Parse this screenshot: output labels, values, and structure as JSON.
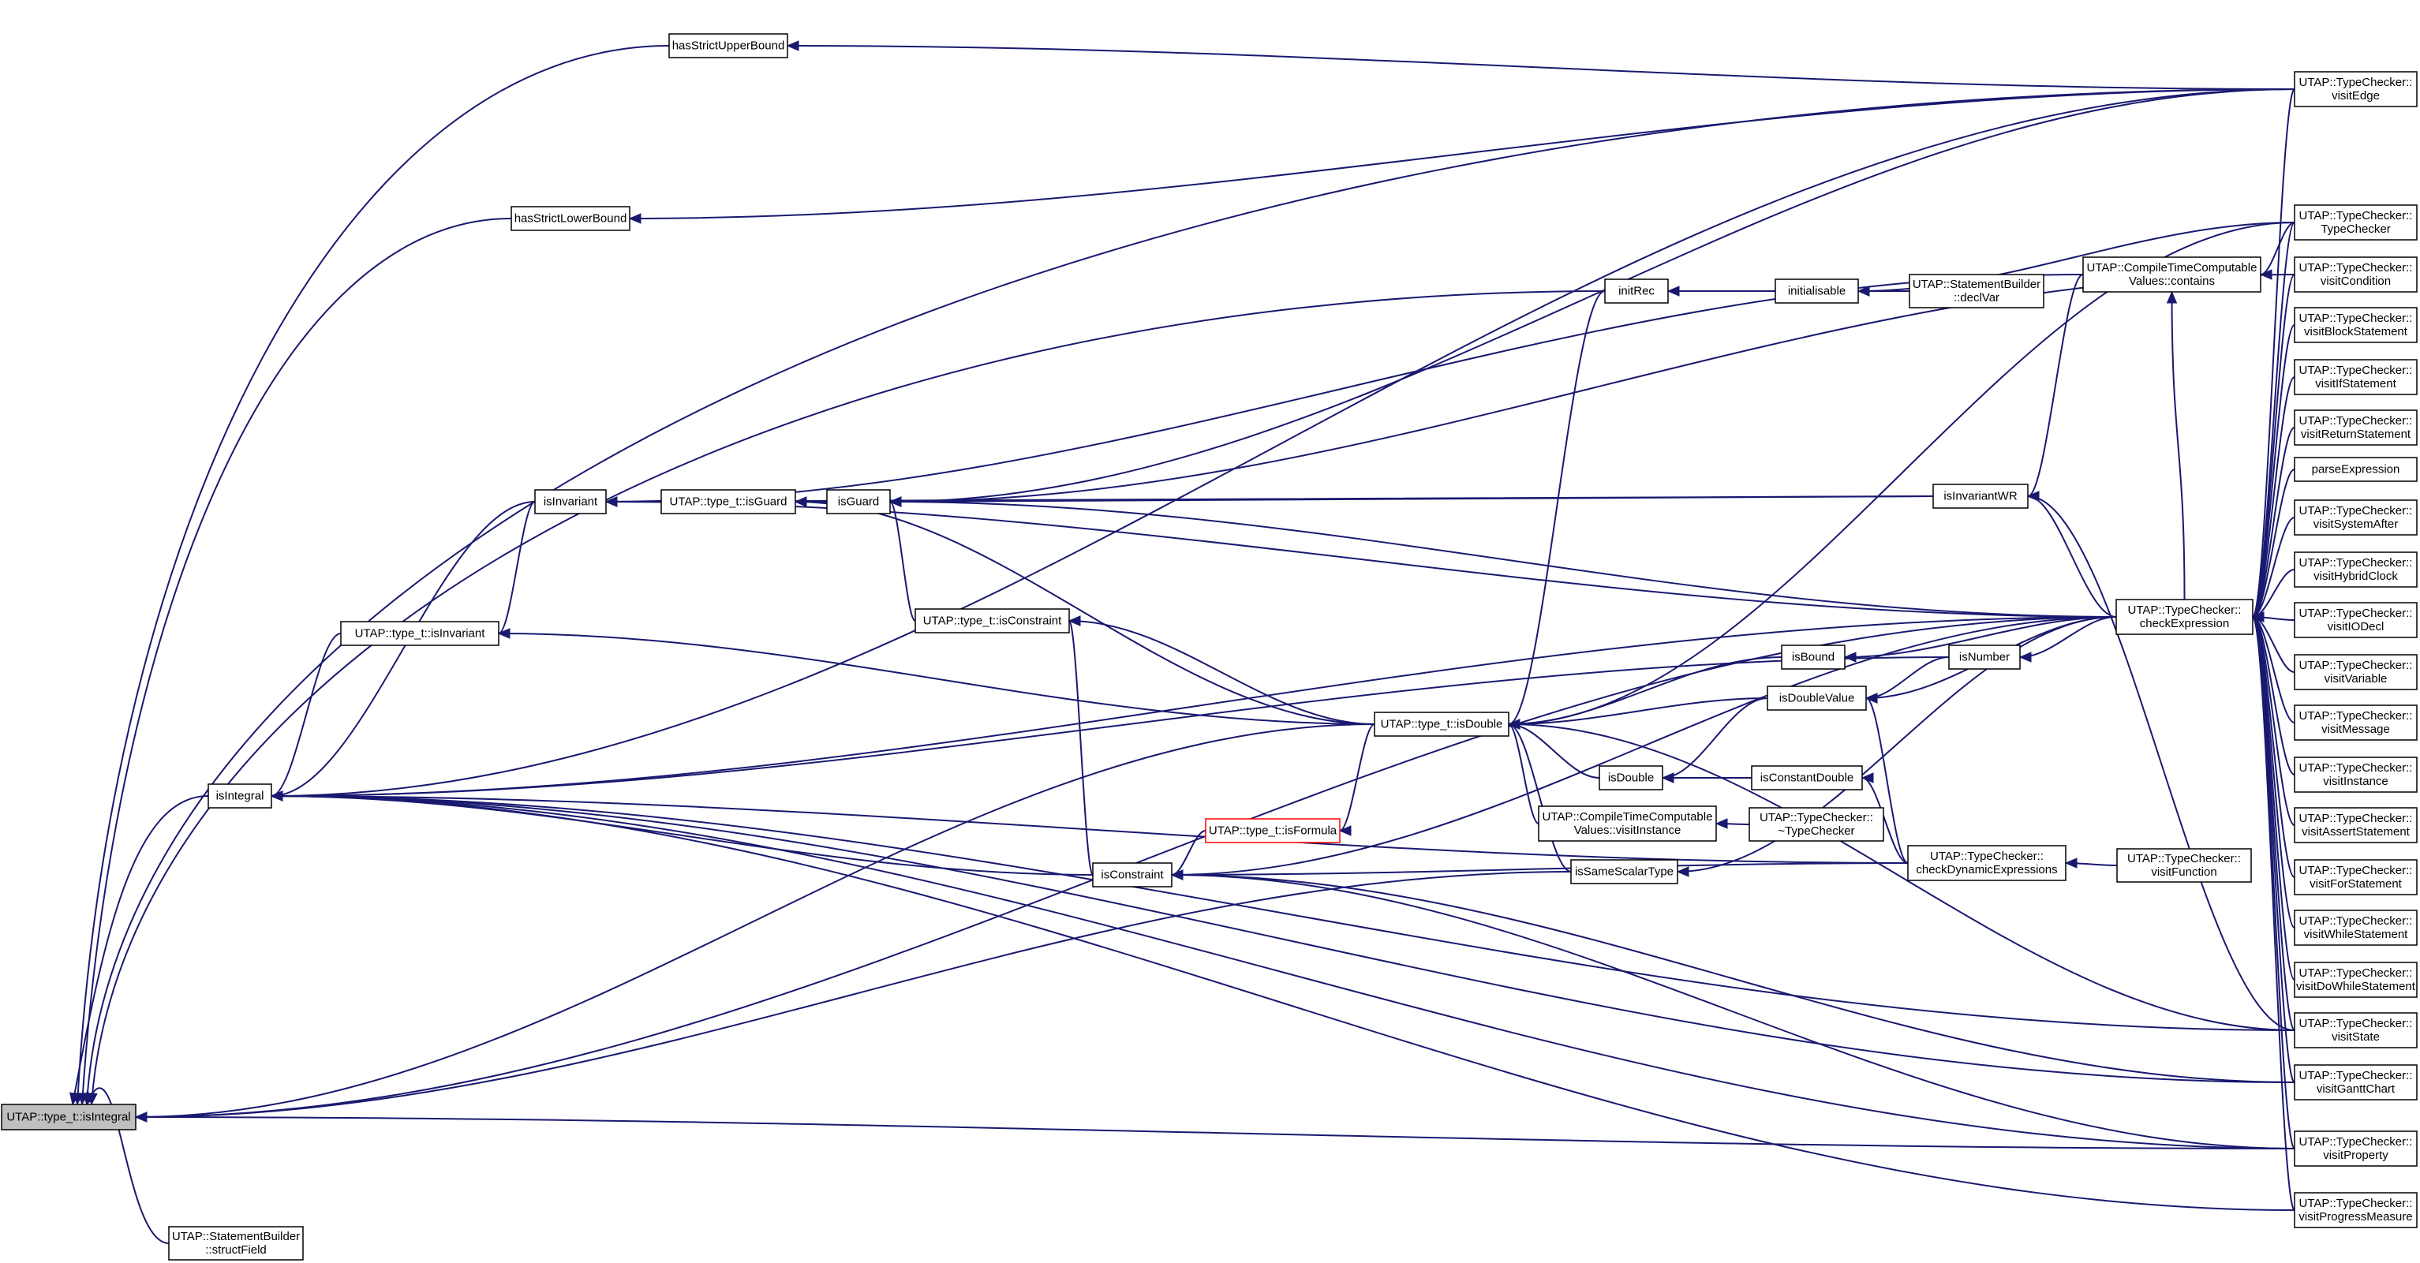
{
  "diagram": {
    "edge_color": "#191970",
    "highlight_node": "UTAP::type_t::isIntegral",
    "nodes": [
      {
        "id": "isIntegral_root",
        "lines": [
          "UTAP::type_t::isIntegral"
        ]
      },
      {
        "id": "hasStrictUpperBound",
        "lines": [
          "hasStrictUpperBound"
        ]
      },
      {
        "id": "hasStrictLowerBound",
        "lines": [
          "hasStrictLowerBound"
        ]
      },
      {
        "id": "isIntegral",
        "lines": [
          "isIntegral"
        ]
      },
      {
        "id": "structField",
        "lines": [
          "UTAP::StatementBuilder",
          "::structField"
        ]
      },
      {
        "id": "isInvariant",
        "lines": [
          "isInvariant"
        ]
      },
      {
        "id": "type_isInvariant",
        "lines": [
          "UTAP::type_t::isInvariant"
        ]
      },
      {
        "id": "type_isGuard",
        "lines": [
          "UTAP::type_t::isGuard"
        ]
      },
      {
        "id": "isGuard",
        "lines": [
          "isGuard"
        ]
      },
      {
        "id": "type_isConstraint",
        "lines": [
          "UTAP::type_t::isConstraint"
        ]
      },
      {
        "id": "type_isFormula",
        "lines": [
          "UTAP::type_t::isFormula"
        ]
      },
      {
        "id": "isConstraint",
        "lines": [
          "isConstraint"
        ]
      },
      {
        "id": "type_isDouble",
        "lines": [
          "UTAP::type_t::isDouble"
        ]
      },
      {
        "id": "initRec",
        "lines": [
          "initRec"
        ]
      },
      {
        "id": "initialisable",
        "lines": [
          "initialisable"
        ]
      },
      {
        "id": "declVar",
        "lines": [
          "UTAP::StatementBuilder",
          "::declVar"
        ]
      },
      {
        "id": "ctc_contains",
        "lines": [
          "UTAP::CompileTimeComputable",
          "Values::contains"
        ]
      },
      {
        "id": "isInvariantWR",
        "lines": [
          "isInvariantWR"
        ]
      },
      {
        "id": "isBound",
        "lines": [
          "isBound"
        ]
      },
      {
        "id": "isNumber",
        "lines": [
          "isNumber"
        ]
      },
      {
        "id": "isDoubleValue",
        "lines": [
          "isDoubleValue"
        ]
      },
      {
        "id": "isDouble",
        "lines": [
          "isDouble"
        ]
      },
      {
        "id": "isConstantDouble",
        "lines": [
          "isConstantDouble"
        ]
      },
      {
        "id": "ctc_visitInstance",
        "lines": [
          "UTAP::CompileTimeComputable",
          "Values::visitInstance"
        ]
      },
      {
        "id": "tc_destructor",
        "lines": [
          "UTAP::TypeChecker::",
          "~TypeChecker"
        ]
      },
      {
        "id": "isSameScalarType",
        "lines": [
          "isSameScalarType"
        ]
      },
      {
        "id": "checkDynamicExpressions",
        "lines": [
          "UTAP::TypeChecker::",
          "checkDynamicExpressions"
        ]
      },
      {
        "id": "visitFunction",
        "lines": [
          "UTAP::TypeChecker::",
          "visitFunction"
        ]
      },
      {
        "id": "checkExpression",
        "lines": [
          "UTAP::TypeChecker::",
          "checkExpression"
        ]
      },
      {
        "id": "visitEdge",
        "lines": [
          "UTAP::TypeChecker::",
          "visitEdge"
        ]
      },
      {
        "id": "TypeChecker",
        "lines": [
          "UTAP::TypeChecker::",
          "TypeChecker"
        ]
      },
      {
        "id": "visitCondition",
        "lines": [
          "UTAP::TypeChecker::",
          "visitCondition"
        ]
      },
      {
        "id": "visitBlockStatement",
        "lines": [
          "UTAP::TypeChecker::",
          "visitBlockStatement"
        ]
      },
      {
        "id": "visitIfStatement",
        "lines": [
          "UTAP::TypeChecker::",
          "visitIfStatement"
        ]
      },
      {
        "id": "visitReturnStatement",
        "lines": [
          "UTAP::TypeChecker::",
          "visitReturnStatement"
        ]
      },
      {
        "id": "parseExpression",
        "lines": [
          "parseExpression"
        ]
      },
      {
        "id": "visitSystemAfter",
        "lines": [
          "UTAP::TypeChecker::",
          "visitSystemAfter"
        ]
      },
      {
        "id": "visitHybridClock",
        "lines": [
          "UTAP::TypeChecker::",
          "visitHybridClock"
        ]
      },
      {
        "id": "visitIODecl",
        "lines": [
          "UTAP::TypeChecker::",
          "visitIODecl"
        ]
      },
      {
        "id": "visitVariable",
        "lines": [
          "UTAP::TypeChecker::",
          "visitVariable"
        ]
      },
      {
        "id": "visitMessage",
        "lines": [
          "UTAP::TypeChecker::",
          "visitMessage"
        ]
      },
      {
        "id": "visitInstance",
        "lines": [
          "UTAP::TypeChecker::",
          "visitInstance"
        ]
      },
      {
        "id": "visitAssertStatement",
        "lines": [
          "UTAP::TypeChecker::",
          "visitAssertStatement"
        ]
      },
      {
        "id": "visitForStatement",
        "lines": [
          "UTAP::TypeChecker::",
          "visitForStatement"
        ]
      },
      {
        "id": "visitWhileStatement",
        "lines": [
          "UTAP::TypeChecker::",
          "visitWhileStatement"
        ]
      },
      {
        "id": "visitDoWhileStatement",
        "lines": [
          "UTAP::TypeChecker::",
          "visitDoWhileStatement"
        ]
      },
      {
        "id": "visitState",
        "lines": [
          "UTAP::TypeChecker::",
          "visitState"
        ]
      },
      {
        "id": "visitGanttChart",
        "lines": [
          "UTAP::TypeChecker::",
          "visitGanttChart"
        ]
      },
      {
        "id": "visitProperty",
        "lines": [
          "UTAP::TypeChecker::",
          "visitProperty"
        ]
      },
      {
        "id": "visitProgressMeasure",
        "lines": [
          "UTAP::TypeChecker::",
          "visitProgressMeasure"
        ]
      }
    ],
    "edges": [
      [
        "isIntegral_root",
        "isIntegral"
      ],
      [
        "isIntegral_root",
        "hasStrictUpperBound"
      ],
      [
        "isIntegral_root",
        "hasStrictLowerBound"
      ],
      [
        "isIntegral_root",
        "structField"
      ],
      [
        "isIntegral_root",
        "initRec"
      ],
      [
        "isIntegral_root",
        "type_isDouble"
      ],
      [
        "isIntegral_root",
        "isSameScalarType"
      ],
      [
        "isIntegral_root",
        "checkExpression"
      ],
      [
        "isIntegral_root",
        "visitEdge"
      ],
      [
        "isIntegral_root",
        "visitProperty"
      ],
      [
        "hasStrictUpperBound",
        "visitEdge"
      ],
      [
        "hasStrictLowerBound",
        "visitEdge"
      ],
      [
        "isIntegral",
        "type_isInvariant"
      ],
      [
        "isIntegral",
        "isInvariant"
      ],
      [
        "isIntegral",
        "isNumber"
      ],
      [
        "isIntegral",
        "isConstraint"
      ],
      [
        "isIntegral",
        "checkDynamicExpressions"
      ],
      [
        "isIntegral",
        "checkExpression"
      ],
      [
        "isIntegral",
        "visitEdge"
      ],
      [
        "isIntegral",
        "visitState"
      ],
      [
        "isIntegral",
        "visitGanttChart"
      ],
      [
        "isIntegral",
        "visitProperty"
      ],
      [
        "isIntegral",
        "visitProgressMeasure"
      ],
      [
        "type_isInvariant",
        "isInvariant"
      ],
      [
        "type_isInvariant",
        "type_isDouble"
      ],
      [
        "isInvariant",
        "type_isGuard"
      ],
      [
        "isInvariant",
        "isInvariantWR"
      ],
      [
        "isInvariant",
        "checkExpression"
      ],
      [
        "isInvariant",
        "ctc_contains"
      ],
      [
        "type_isGuard",
        "isGuard"
      ],
      [
        "type_isGuard",
        "type_isDouble"
      ],
      [
        "isGuard",
        "type_isConstraint"
      ],
      [
        "isGuard",
        "isInvariantWR"
      ],
      [
        "isGuard",
        "checkExpression"
      ],
      [
        "isGuard",
        "visitEdge"
      ],
      [
        "isGuard",
        "visitCondition"
      ],
      [
        "type_isConstraint",
        "isConstraint"
      ],
      [
        "type_isConstraint",
        "type_isDouble"
      ],
      [
        "isConstraint",
        "type_isFormula"
      ],
      [
        "isConstraint",
        "checkDynamicExpressions"
      ],
      [
        "isConstraint",
        "checkExpression"
      ],
      [
        "isConstraint",
        "visitGanttChart"
      ],
      [
        "isConstraint",
        "visitProperty"
      ],
      [
        "type_isFormula",
        "type_isDouble"
      ],
      [
        "type_isDouble",
        "initRec"
      ],
      [
        "type_isDouble",
        "isBound"
      ],
      [
        "type_isDouble",
        "isDoubleValue"
      ],
      [
        "type_isDouble",
        "isDouble"
      ],
      [
        "type_isDouble",
        "ctc_visitInstance"
      ],
      [
        "type_isDouble",
        "isSameScalarType"
      ],
      [
        "type_isDouble",
        "TypeChecker"
      ],
      [
        "type_isDouble",
        "visitState"
      ],
      [
        "initRec",
        "initialisable"
      ],
      [
        "initialisable",
        "declVar"
      ],
      [
        "initialisable",
        "TypeChecker"
      ],
      [
        "isInvariantWR",
        "ctc_contains"
      ],
      [
        "isInvariantWR",
        "checkExpression"
      ],
      [
        "isInvariantWR",
        "visitState"
      ],
      [
        "ctc_contains",
        "checkExpression"
      ],
      [
        "ctc_contains",
        "TypeChecker"
      ],
      [
        "isBound",
        "checkExpression"
      ],
      [
        "isNumber",
        "checkExpression"
      ],
      [
        "isDoubleValue",
        "isNumber"
      ],
      [
        "isDoubleValue",
        "checkExpression"
      ],
      [
        "isDoubleValue",
        "checkDynamicExpressions"
      ],
      [
        "isDouble",
        "isDoubleValue"
      ],
      [
        "isDouble",
        "isConstantDouble"
      ],
      [
        "isConstantDouble",
        "checkDynamicExpressions"
      ],
      [
        "ctc_visitInstance",
        "tc_destructor"
      ],
      [
        "isSameScalarType",
        "checkExpression"
      ],
      [
        "checkDynamicExpressions",
        "visitFunction"
      ],
      [
        "checkExpression",
        "visitEdge"
      ],
      [
        "checkExpression",
        "TypeChecker"
      ],
      [
        "checkExpression",
        "visitCondition"
      ],
      [
        "checkExpression",
        "visitBlockStatement"
      ],
      [
        "checkExpression",
        "visitIfStatement"
      ],
      [
        "checkExpression",
        "visitReturnStatement"
      ],
      [
        "checkExpression",
        "parseExpression"
      ],
      [
        "checkExpression",
        "visitSystemAfter"
      ],
      [
        "checkExpression",
        "visitHybridClock"
      ],
      [
        "checkExpression",
        "visitIODecl"
      ],
      [
        "checkExpression",
        "visitVariable"
      ],
      [
        "checkExpression",
        "visitMessage"
      ],
      [
        "checkExpression",
        "visitInstance"
      ],
      [
        "checkExpression",
        "visitAssertStatement"
      ],
      [
        "checkExpression",
        "visitForStatement"
      ],
      [
        "checkExpression",
        "visitWhileStatement"
      ],
      [
        "checkExpression",
        "visitDoWhileStatement"
      ],
      [
        "checkExpression",
        "visitState"
      ],
      [
        "checkExpression",
        "visitGanttChart"
      ],
      [
        "checkExpression",
        "visitProperty"
      ],
      [
        "checkExpression",
        "visitProgressMeasure"
      ]
    ]
  }
}
